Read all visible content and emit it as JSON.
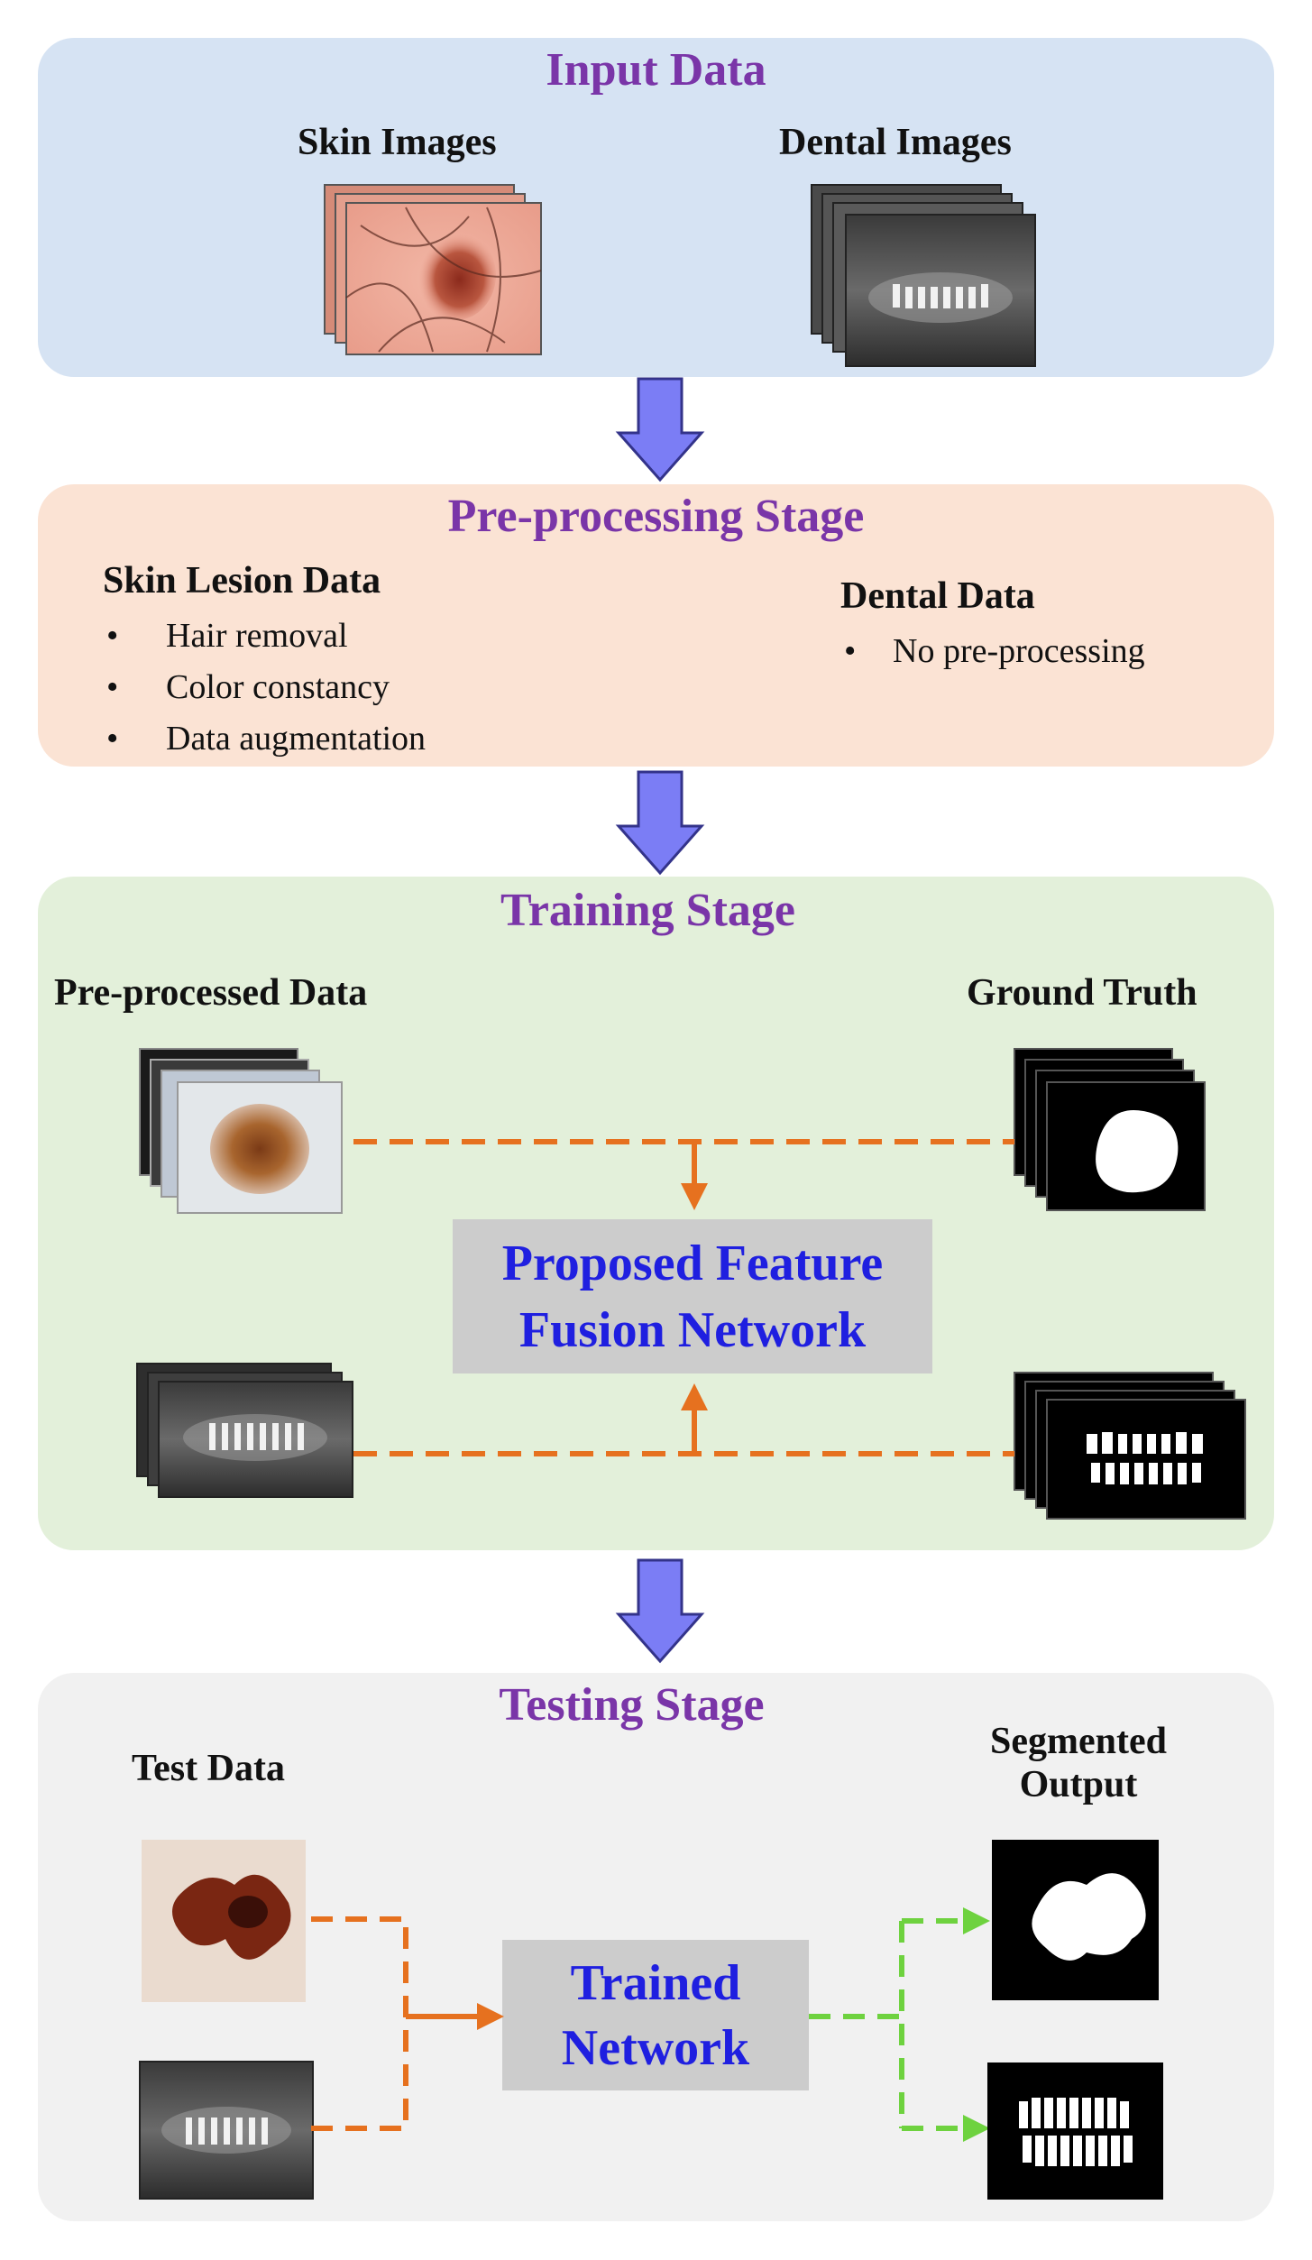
{
  "input_stage": {
    "title": "Input Data",
    "skin_label": "Skin Images",
    "dental_label": "Dental Images"
  },
  "preprocessing_stage": {
    "title": "Pre-processing Stage",
    "skin_heading": "Skin Lesion Data",
    "skin_items": [
      "Hair removal",
      "Color constancy",
      "Data augmentation"
    ],
    "dental_heading": "Dental Data",
    "dental_items": [
      "No pre-processing"
    ],
    "bullet": "•"
  },
  "training_stage": {
    "title": "Training Stage",
    "left_label": "Pre-processed Data",
    "right_label": "Ground Truth",
    "network_line1": "Proposed Feature",
    "network_line2": "Fusion Network"
  },
  "testing_stage": {
    "title": "Testing Stage",
    "left_label": "Test Data",
    "right_label_line1": "Segmented",
    "right_label_line2": "Output",
    "network_line1": "Trained",
    "network_line2": "Network"
  },
  "colors": {
    "input_bg": "#d6e3f3",
    "preprocessing_bg": "#fbe3d4",
    "training_bg": "#e3f0da",
    "testing_bg": "#f1f1f1",
    "title_purple": "#7a35a8",
    "network_text": "#1f1fe0",
    "network_box": "#cccccc",
    "arrow_fill": "#7b7df5",
    "orange_dash": "#e6711f",
    "green_dash": "#6ed23f"
  }
}
